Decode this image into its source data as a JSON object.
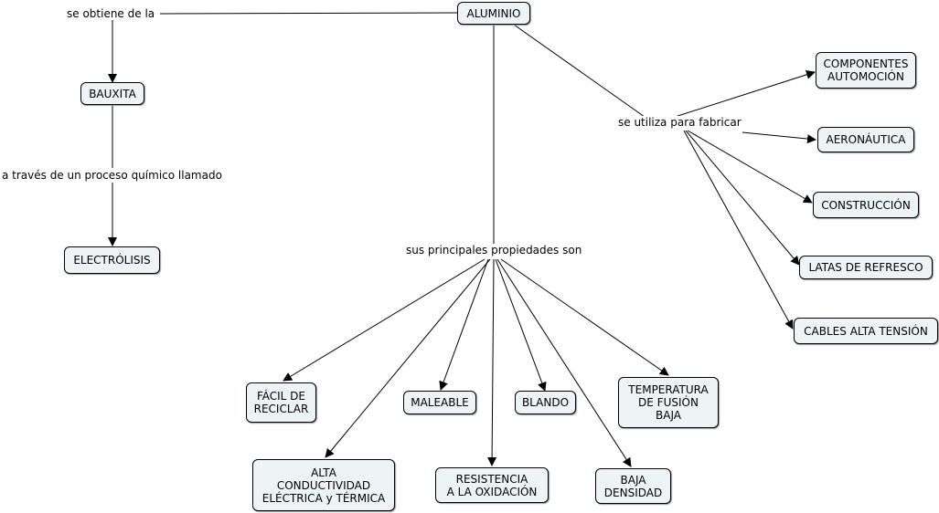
{
  "concepts": {
    "aluminio": "ALUMINIO",
    "bauxita": "BAUXITA",
    "electrolisis": "ELECTRÓLISIS",
    "componentes": "COMPONENTES\nAUTOMOCIÓN",
    "aeronautica": "AERONÁUTICA",
    "construccion": "CONSTRUCCIÓN",
    "latas": "LATAS DE REFRESCO",
    "cables": "CABLES ALTA TENSIÓN",
    "facil": "FÁCIL DE\nRECICLAR",
    "maleable": "MALEABLE",
    "blando": "BLANDO",
    "temperatura": "TEMPERATURA\nDE FUSIÓN\nBAJA",
    "conductividad": "ALTA\nCONDUCTIVIDAD\nELÉCTRICA y TÉRMICA",
    "resistencia": "RESISTENCIA\nA LA OXIDACIÓN",
    "baja_densidad": "BAJA\nDENSIDAD"
  },
  "linking_phrases": {
    "se_obtiene": "se obtiene de la",
    "a_traves": "a través de un proceso químico llamado",
    "se_utiliza": "se utiliza para fabricar",
    "propiedades": "sus principales propiedades son"
  },
  "colors": {
    "node_fill": "#eef3f5",
    "node_border": "#000000",
    "line": "#000000"
  }
}
